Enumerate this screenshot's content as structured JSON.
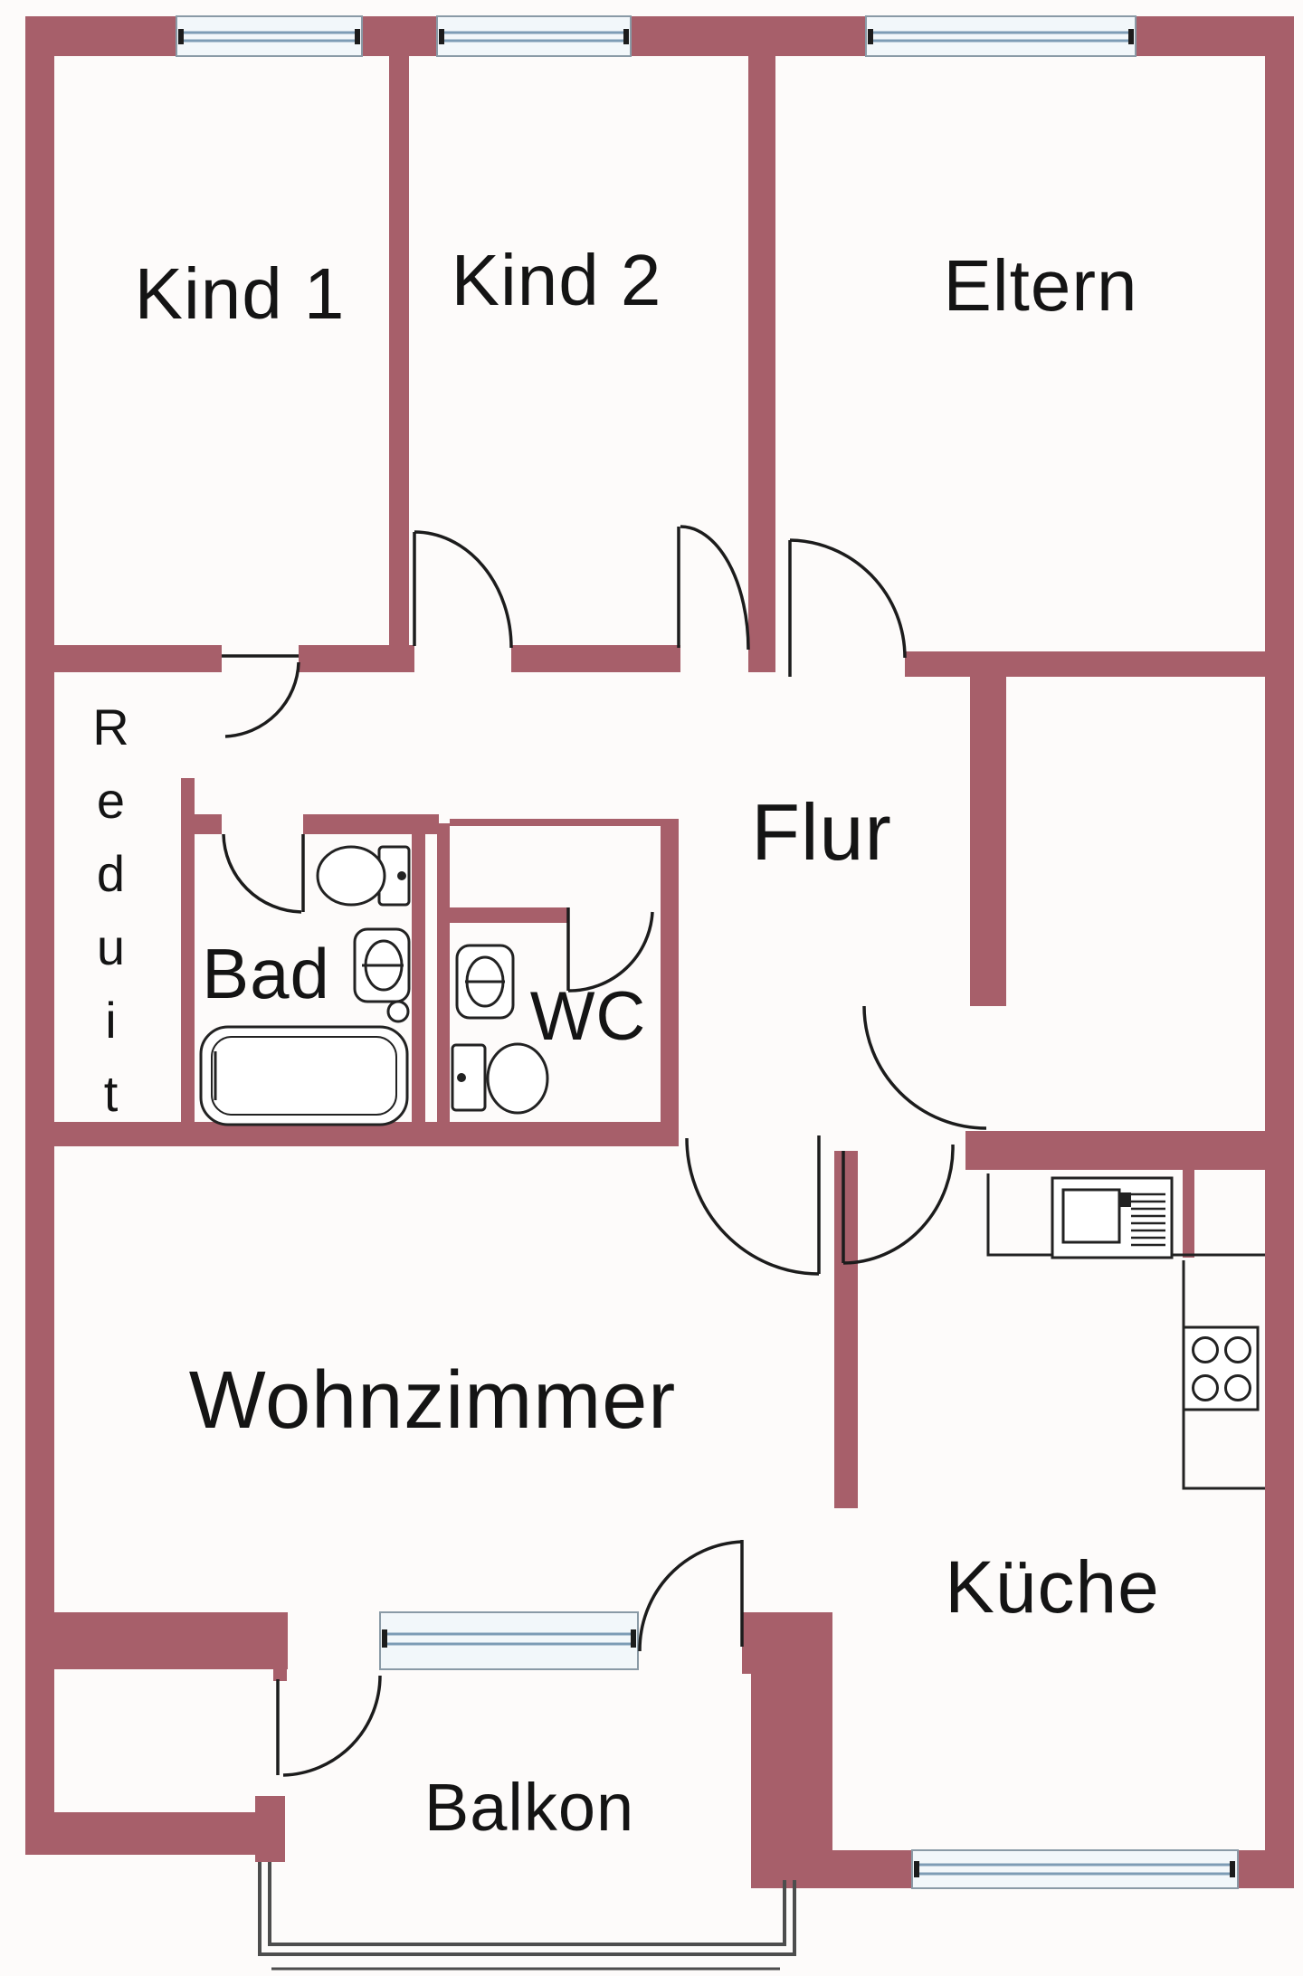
{
  "document": {
    "kind": "apartment floor plan (scanned)"
  },
  "colors": {
    "wall": "#a75f6a",
    "wall_thin": "#a75f6a",
    "line": "#1c1c1c",
    "window_fill": "#f2f7fa",
    "window_line": "#7d9cb5",
    "railing": "#4d4d4d",
    "background": "#fdfbfa",
    "label": "#141414"
  },
  "rooms": {
    "kind1": {
      "label": "Kind 1"
    },
    "kind2": {
      "label": "Kind 2"
    },
    "eltern": {
      "label": "Eltern"
    },
    "flur": {
      "label": "Flur"
    },
    "reduit": {
      "label": "Reduit"
    },
    "bad": {
      "label": "Bad"
    },
    "wc": {
      "label": "WC"
    },
    "wohnzimmer": {
      "label": "Wohnzimmer"
    },
    "kueche": {
      "label": "Küche"
    },
    "balkon": {
      "label": "Balkon"
    }
  },
  "fixtures": [
    "toilet-bad",
    "sink-bad",
    "bathtub",
    "sink-wc",
    "toilet-wc",
    "kitchen-sink-unit",
    "stove-4-burner",
    "kitchen-counter",
    "balcony-railing"
  ],
  "windows": [
    "window-kind1-top",
    "window-kind2-top",
    "window-eltern-top",
    "window-wohnzimmer-bottom",
    "window-kueche-bottom"
  ],
  "doors": [
    "door-kind1",
    "door-kind2",
    "door-eltern",
    "door-reduit",
    "door-bad",
    "door-wc",
    "door-wohnzimmer",
    "door-kueche-flur",
    "door-kueche-corridor",
    "door-balkon-left",
    "door-balkon-right"
  ]
}
